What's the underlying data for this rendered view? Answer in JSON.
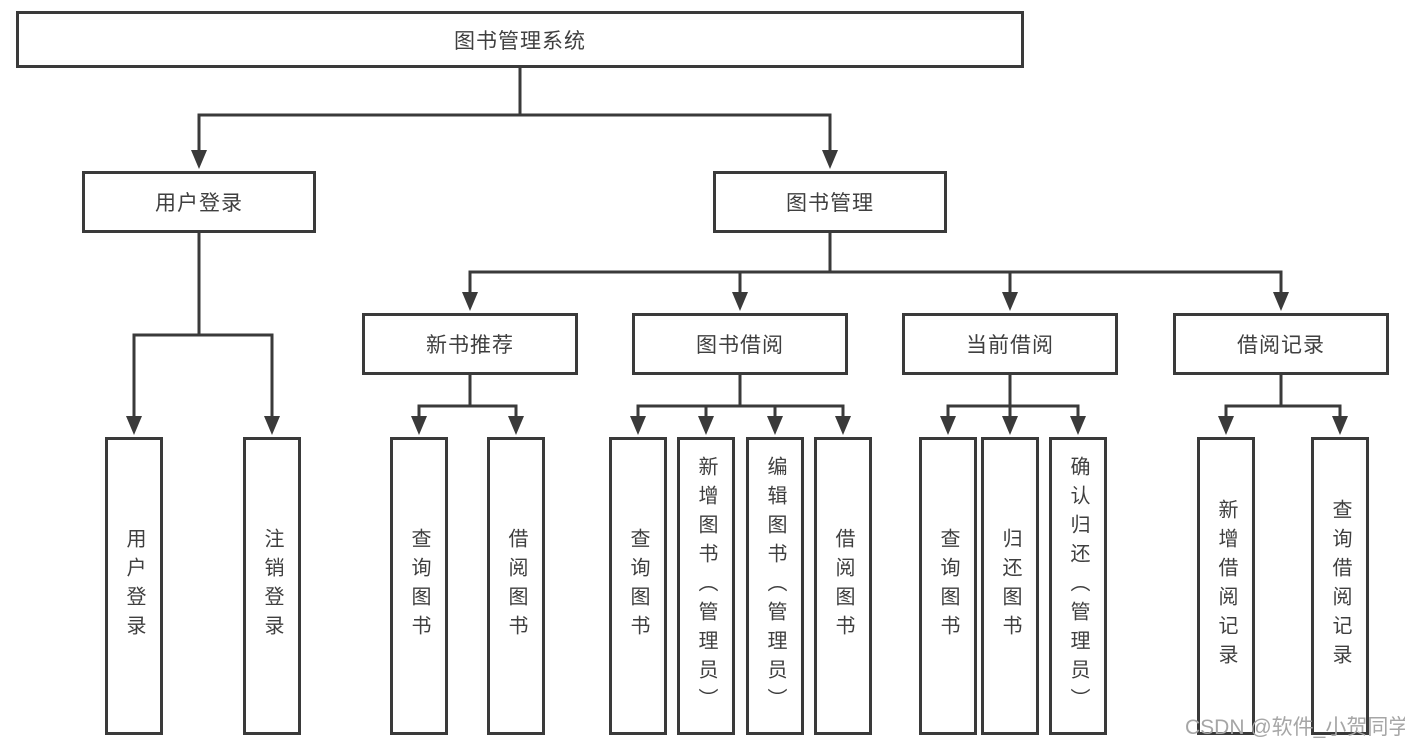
{
  "diagram_title": "图书管理系统",
  "tree": {
    "label": "图书管理系统",
    "children": [
      {
        "label": "用户登录",
        "children": [
          {
            "label": "用户登录"
          },
          {
            "label": "注销登录"
          }
        ]
      },
      {
        "label": "图书管理",
        "children": [
          {
            "label": "新书推荐",
            "children": [
              {
                "label": "查询图书"
              },
              {
                "label": "借阅图书"
              }
            ]
          },
          {
            "label": "图书借阅",
            "children": [
              {
                "label": "查询图书"
              },
              {
                "label": "新增图书（管理员）"
              },
              {
                "label": "编辑图书（管理员）"
              },
              {
                "label": "借阅图书"
              }
            ]
          },
          {
            "label": "当前借阅",
            "children": [
              {
                "label": "查询图书"
              },
              {
                "label": "归还图书"
              },
              {
                "label": "确认归还（管理员）"
              }
            ]
          },
          {
            "label": "借阅记录",
            "children": [
              {
                "label": "新增借阅记录"
              },
              {
                "label": "查询借阅记录"
              }
            ]
          }
        ]
      }
    ]
  },
  "watermark": "CSDN @软件_小贺同学",
  "colors": {
    "line": "#3a3a3a",
    "text": "#3f3f3f",
    "box_background": "#ffffff",
    "watermark": "#a6a6a6",
    "background": "#ffffff"
  }
}
